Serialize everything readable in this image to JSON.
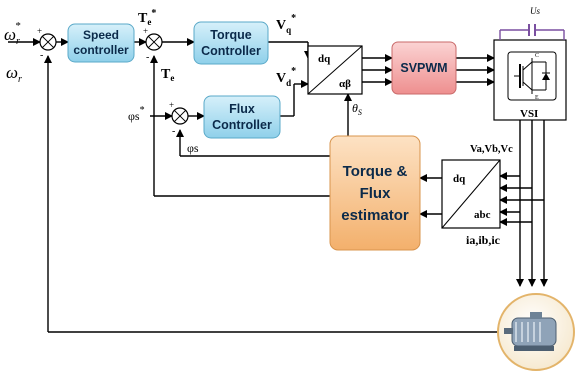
{
  "blocks": {
    "speed_controller": [
      "Speed",
      "controller"
    ],
    "torque_controller": [
      "Torque",
      "Controller"
    ],
    "flux_controller": [
      "Flux",
      "Controller"
    ],
    "transform_dq_ab": {
      "top": "dq",
      "bottom": "αβ"
    },
    "svpwm": "SVPWM",
    "vsi": "VSI",
    "estimator": [
      "Torque &",
      "Flux",
      "estimator"
    ],
    "transform_dq_abc": {
      "top": "dq",
      "bottom": "abc"
    }
  },
  "signals": {
    "omega_ref": "ω",
    "omega_ref_sub": "r",
    "omega_ref_sup": "*",
    "omega_fb": "ω",
    "omega_fb_sub": "r",
    "te_ref": "T",
    "te_ref_sub": "e",
    "te_ref_sup": "*",
    "te_fb": "T",
    "te_fb_sub": "e",
    "vq": "V",
    "vq_sub": "q",
    "vq_sup": "*",
    "vd": "V",
    "vd_sub": "d",
    "vd_sup": "*",
    "flux_ref": "φs",
    "flux_ref_sup": "*",
    "flux_fb": "φs",
    "theta": "θ",
    "theta_sub": "S",
    "voltages": "Va,Vb,Vc",
    "currents": "ia,ib,ic",
    "dc_source": "Us",
    "sum_plus": "+",
    "sum_minus": "-"
  },
  "colors": {
    "controller_fill": "#a9dcf0",
    "svpwm_fill": "#f3a7a7",
    "estimator_fill": "#f6c38e",
    "vsi_accent": "#7a4fa0"
  }
}
